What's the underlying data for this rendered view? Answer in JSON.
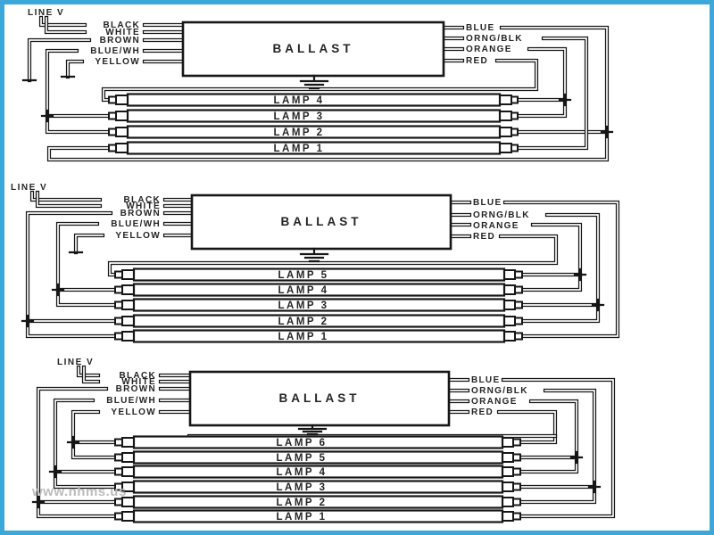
{
  "watermark": "www.nhms.us",
  "colors": {
    "frame": "#3ea7d8",
    "ink": "#161616",
    "watermark": "#bcbcbc"
  },
  "diagrams": [
    {
      "line_label": "LINE V",
      "ballast_label": "BALLAST",
      "left_wires": [
        "BLACK",
        "WHITE",
        "BROWN",
        "BLUE/WH",
        "YELLOW"
      ],
      "right_wires": [
        "BLUE",
        "ORNG/BLK",
        "ORANGE",
        "RED"
      ],
      "lamps": [
        "LAMP 4",
        "LAMP 3",
        "LAMP 2",
        "LAMP 1"
      ]
    },
    {
      "line_label": "LINE V",
      "ballast_label": "BALLAST",
      "left_wires": [
        "BLACK",
        "WHITE",
        "BROWN",
        "BLUE/WH",
        "YELLOW"
      ],
      "right_wires": [
        "BLUE",
        "ORNG/BLK",
        "ORANGE",
        "RED"
      ],
      "lamps": [
        "LAMP 5",
        "LAMP 4",
        "LAMP 3",
        "LAMP 2",
        "LAMP 1"
      ]
    },
    {
      "line_label": "LINE V",
      "ballast_label": "BALLAST",
      "left_wires": [
        "BLACK",
        "WHITE",
        "BROWN",
        "BLUE/WH",
        "YELLOW"
      ],
      "right_wires": [
        "BLUE",
        "ORNG/BLK",
        "ORANGE",
        "RED"
      ],
      "lamps": [
        "LAMP 6",
        "LAMP 5",
        "LAMP 4",
        "LAMP 3",
        "LAMP 2",
        "LAMP 1"
      ]
    }
  ]
}
